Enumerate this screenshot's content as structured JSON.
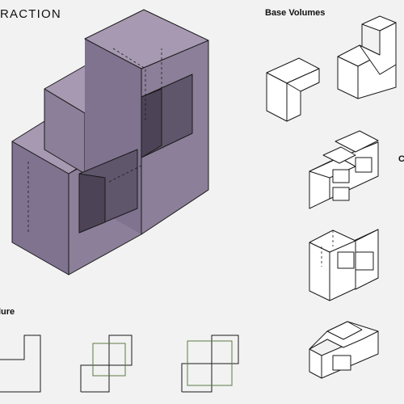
{
  "title": "RACTION",
  "base_volumes_label": "Base Volumes",
  "procedure_label": "lure",
  "edge_label": "C",
  "colors": {
    "background": "#f2f2f2",
    "volume_fill": "#8c7f99",
    "volume_top": "#a699b1",
    "volume_dark": "#71667d",
    "line": "#1a1a1a",
    "plan_green": "#5e7a44"
  },
  "icons": [
    "main-extruded-volume-diagram",
    "base-volume-l-shape-icon",
    "base-volume-stepped-shape-icon",
    "assembly-step-icon",
    "plan-outline-icon"
  ]
}
